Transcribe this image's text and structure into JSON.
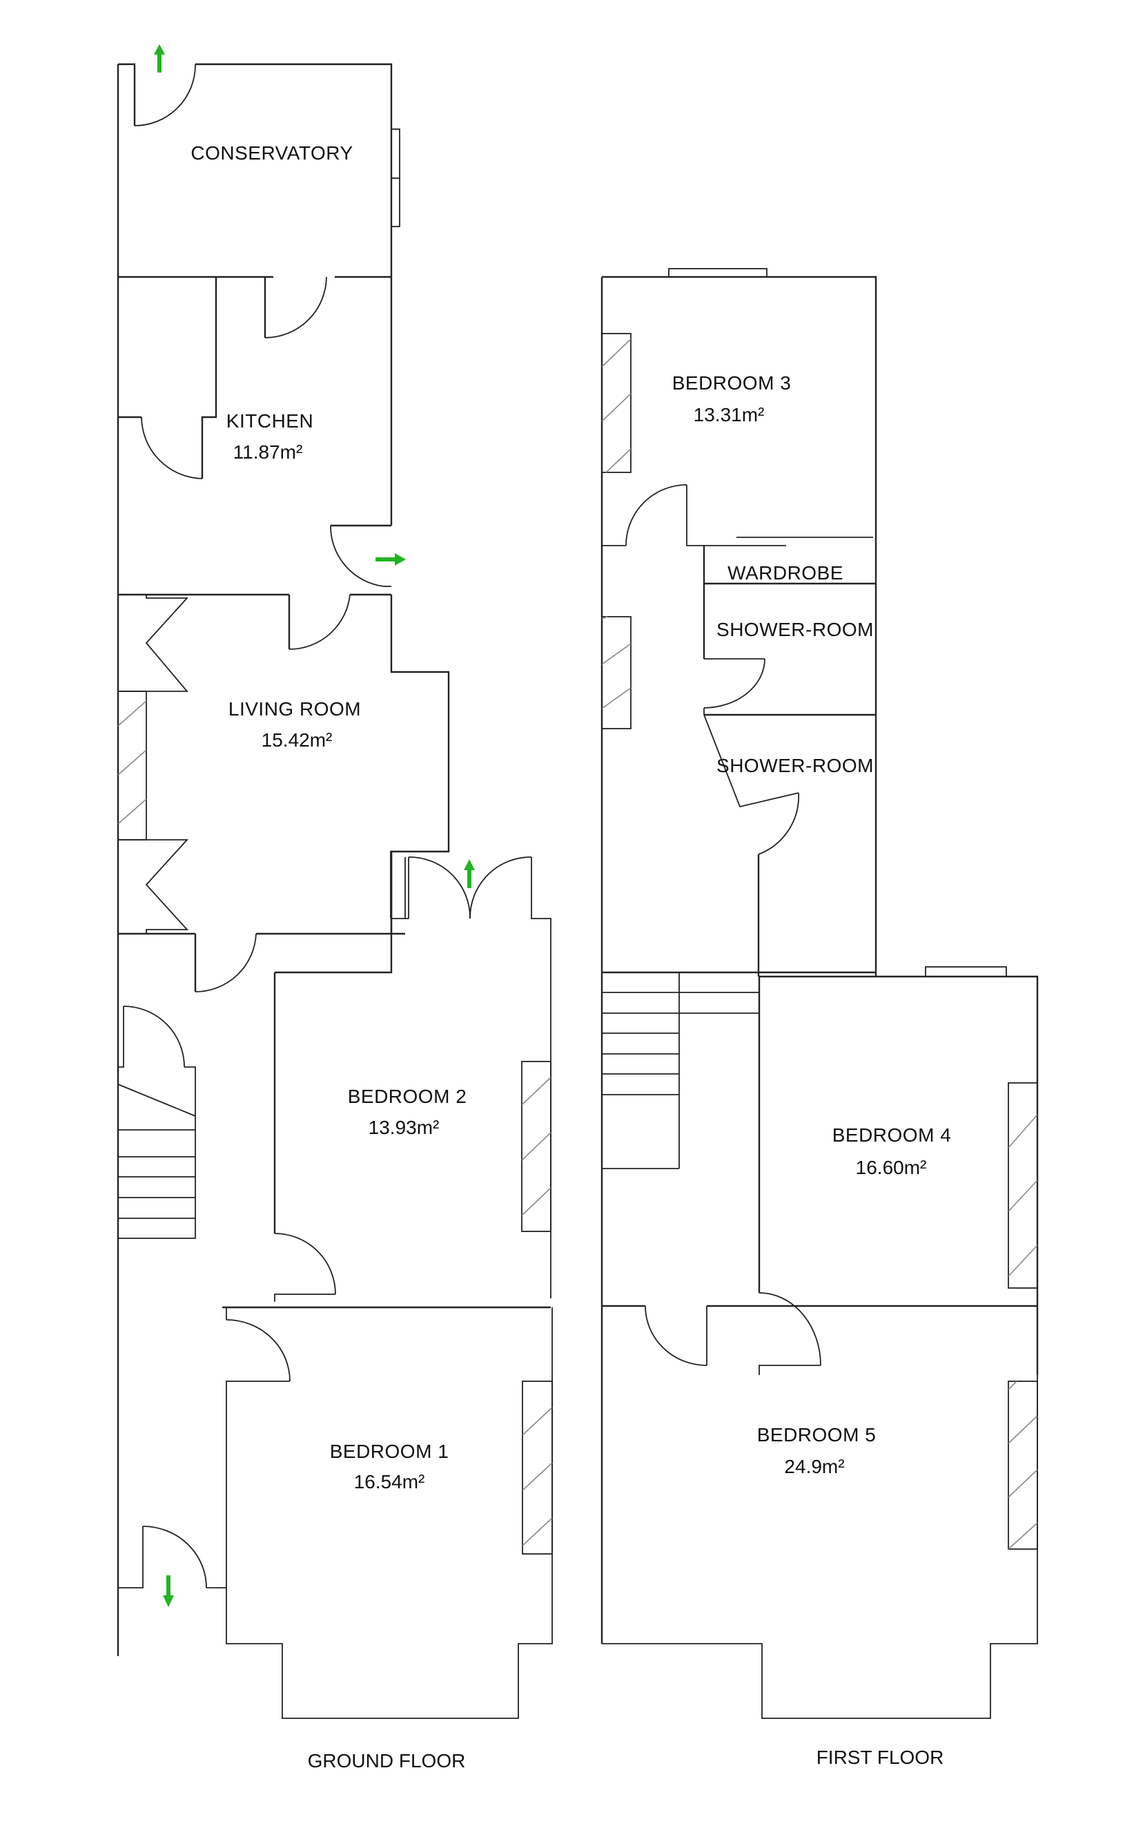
{
  "colors": {
    "wall": "#222222",
    "hatch": "#888888",
    "exit_arrow": "#22b422",
    "background": "#ffffff"
  },
  "ground_floor": {
    "title": "GROUND FLOOR",
    "rooms": [
      {
        "name": "CONSERVATORY",
        "area": ""
      },
      {
        "name": "KITCHEN",
        "area": "11.87m²"
      },
      {
        "name": "LIVING ROOM",
        "area": "15.42m²"
      },
      {
        "name": "BEDROOM 2",
        "area": "13.93m²"
      },
      {
        "name": "BEDROOM 1",
        "area": "16.54m²"
      }
    ],
    "exit_arrows": [
      "arrow-up-conservatory",
      "arrow-right-kitchen",
      "arrow-up-french-doors",
      "arrow-down-front-door"
    ]
  },
  "first_floor": {
    "title": "FIRST FLOOR",
    "rooms": [
      {
        "name": "BEDROOM 3",
        "area": "13.31m²"
      },
      {
        "name": "WARDROBE",
        "area": ""
      },
      {
        "name": "SHOWER-ROOM",
        "area": ""
      },
      {
        "name": "SHOWER-ROOM",
        "area": ""
      },
      {
        "name": "BEDROOM 4",
        "area": "16.60m²"
      },
      {
        "name": "BEDROOM 5",
        "area": "24.9m²"
      }
    ]
  }
}
